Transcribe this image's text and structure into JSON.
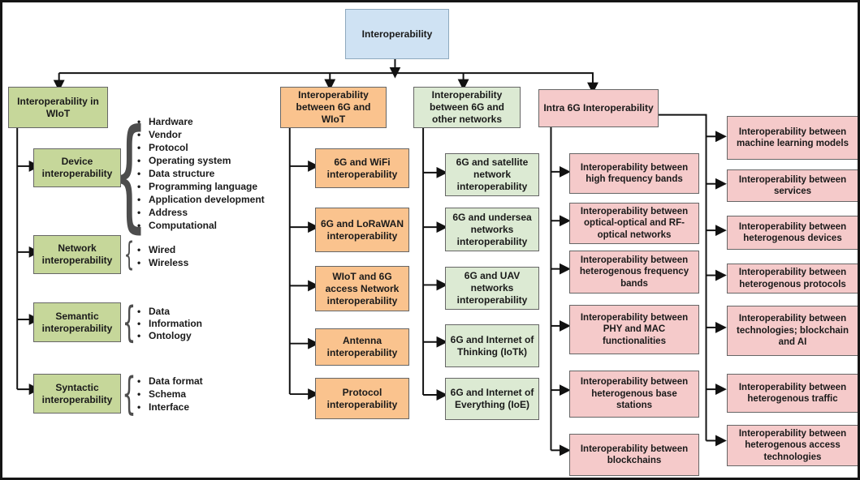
{
  "colors": {
    "root_fill": "#cfe2f3",
    "root_border": "#8ea9be",
    "green_fill": "#c6d79a",
    "orange_fill": "#fac38e",
    "lightgreen_fill": "#dcead3",
    "pink_fill": "#f5caca",
    "box_border": "#666666",
    "line": "#111111",
    "text": "#1a1a1a"
  },
  "glyphs": {
    "brace": "{"
  },
  "root": {
    "label": "Interoperability"
  },
  "branches": {
    "wiot": {
      "label": "Interoperability in WIoT",
      "children": [
        {
          "label": "Device interoperability",
          "bullets": [
            "Hardware",
            "Vendor",
            "Protocol",
            "Operating system",
            "Data structure",
            "Programming language",
            "Application development",
            "Address",
            "Computational"
          ]
        },
        {
          "label": "Network interoperability",
          "bullets": [
            "Wired",
            "Wireless"
          ]
        },
        {
          "label": "Semantic interoperability",
          "bullets": [
            "Data",
            "Information",
            "Ontology"
          ]
        },
        {
          "label": "Syntactic interoperability",
          "bullets": [
            "Data format",
            "Schema",
            "Interface"
          ]
        }
      ]
    },
    "six_g_wiot": {
      "label": "Interoperability between 6G and WIoT",
      "children": [
        {
          "label": "6G and WiFi interoperability"
        },
        {
          "label": "6G and LoRaWAN interoperability"
        },
        {
          "label": "WIoT and 6G access Network interoperability"
        },
        {
          "label": "Antenna interoperability"
        },
        {
          "label": "Protocol interoperability"
        }
      ]
    },
    "six_g_other": {
      "label": "Interoperability between 6G and other networks",
      "children": [
        {
          "label": "6G and satellite network interoperability"
        },
        {
          "label": "6G and undersea networks interoperability"
        },
        {
          "label": "6G and UAV networks interoperability"
        },
        {
          "label": "6G and Internet of Thinking (IoTk)"
        },
        {
          "label": "6G and Internet of Everything (IoE)"
        }
      ]
    },
    "intra": {
      "label": "Intra 6G Interoperability",
      "children_left": [
        {
          "label": "Interoperability between high frequency bands"
        },
        {
          "label": "Interoperability between optical-optical and RF-optical networks"
        },
        {
          "label": "Interoperability between heterogenous frequency bands"
        },
        {
          "label": "Interoperability between PHY and MAC functionalities"
        },
        {
          "label": "Interoperability between heterogenous base stations"
        },
        {
          "label": "Interoperability between blockchains"
        }
      ],
      "children_right": [
        {
          "label": "Interoperability between machine learning models"
        },
        {
          "label": "Interoperability between services"
        },
        {
          "label": "Interoperability between heterogenous devices"
        },
        {
          "label": "Interoperability between heterogenous protocols"
        },
        {
          "label": "Interoperability between technologies; blockchain and AI"
        },
        {
          "label": "Interoperability between heterogenous traffic"
        },
        {
          "label": "Interoperability between heterogenous access technologies"
        }
      ]
    }
  }
}
